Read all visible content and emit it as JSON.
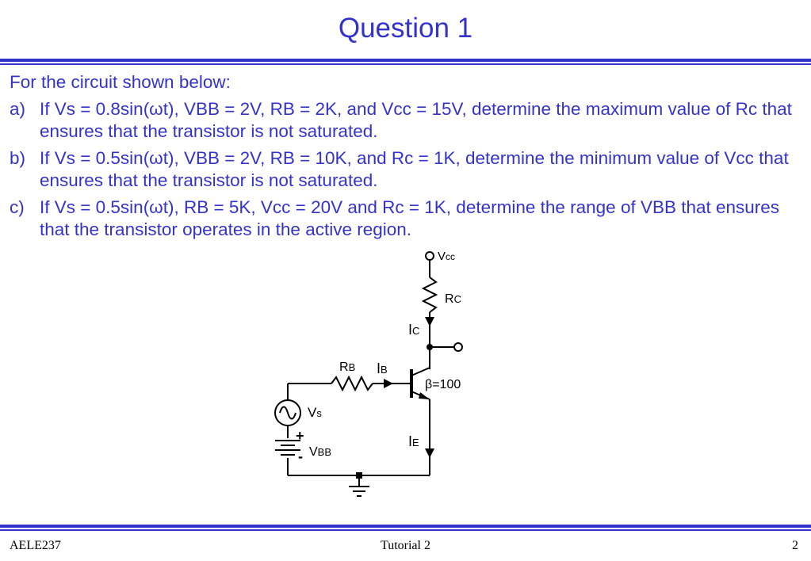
{
  "slide": {
    "title": "Question 1",
    "intro": "For the circuit shown below:",
    "items": [
      {
        "label": "a)",
        "text": "If Vs = 0.8sin(ωt), VBB = 2V, RB = 2K, and Vcc = 15V, determine the maximum value of Rc that ensures that the transistor is not saturated."
      },
      {
        "label": "b)",
        "text": "If Vs = 0.5sin(ωt), VBB = 2V, RB = 10K, and Rc = 1K, determine the minimum value of Vcc that ensures that the transistor is not saturated."
      },
      {
        "label": "c)",
        "text": "If Vs = 0.5sin(ωt), RB = 5K, Vcc = 20V and Rc = 1K, determine the range of VBB that ensures that the transistor operates in the active region."
      }
    ]
  },
  "circuit": {
    "vcc": {
      "main": "V",
      "sub": "cc"
    },
    "rc": {
      "main": "R",
      "sub": "C"
    },
    "ic": {
      "main": "I",
      "sub": "C"
    },
    "rb": {
      "main": "R",
      "sub": "B"
    },
    "ib": {
      "main": "I",
      "sub": "B"
    },
    "beta": "β=100",
    "vs": {
      "main": "V",
      "sub": "s"
    },
    "ie": {
      "main": "I",
      "sub": "E"
    },
    "vbb": {
      "main": "V",
      "sub": "BB"
    },
    "plus": "+",
    "minus": "-"
  },
  "footer": {
    "left": "AELE237",
    "center": "Tutorial 2",
    "right": "2"
  },
  "colors": {
    "accent": "#3333cc",
    "wire": "#000000"
  }
}
